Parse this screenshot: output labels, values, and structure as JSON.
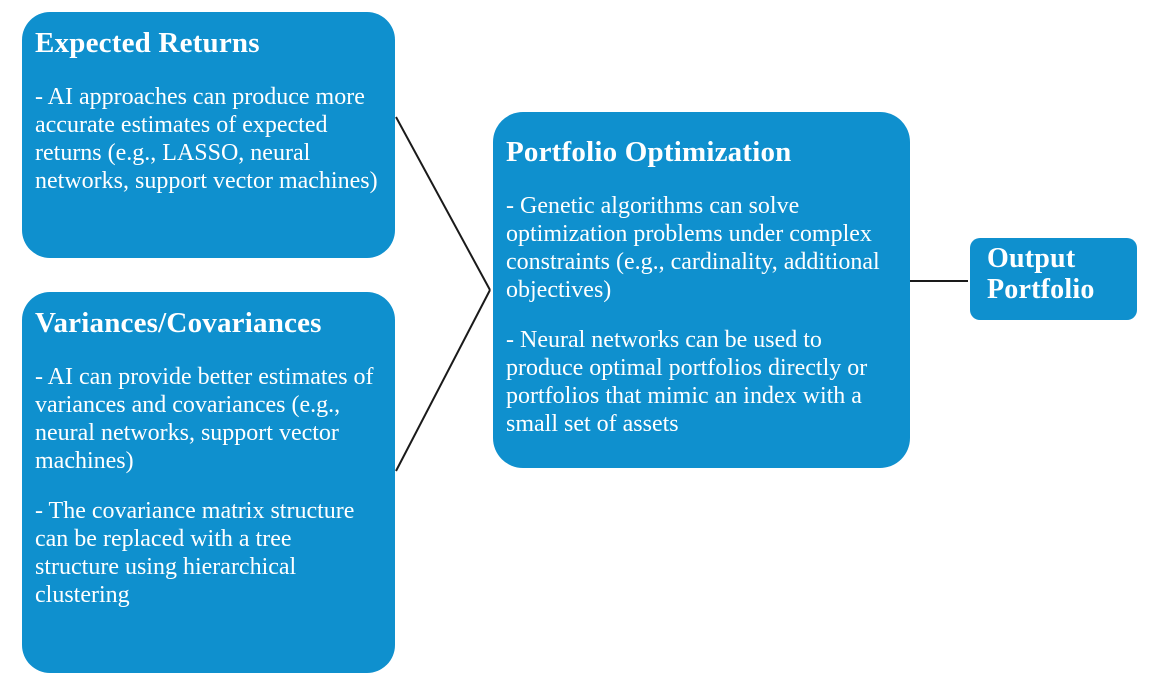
{
  "diagram": {
    "background_color": "#ffffff",
    "node_fill_color": "#0f90ce",
    "node_text_color": "#ffffff",
    "connector_color": "#1a1a1a",
    "nodes": [
      {
        "id": "expected-returns",
        "title": "Expected Returns",
        "bullets": [
          "- AI approaches can produce more accurate estimates of expected returns (e.g., LASSO, neural networks, support vector machines)"
        ]
      },
      {
        "id": "variances-covariances",
        "title": "Variances/Covariances",
        "bullets": [
          "- AI can provide better estimates of variances and covariances (e.g., neural networks, support vector machines)",
          "- The covariance matrix structure can be replaced with a tree structure using hierarchical clustering"
        ]
      },
      {
        "id": "portfolio-optimization",
        "title": "Portfolio Optimization",
        "bullets": [
          "- Genetic algorithms can solve optimization problems under complex constraints (e.g., cardinality, additional objectives)",
          "- Neural networks can be used to produce optimal portfolios directly or portfolios that mimic an index with a small set of assets"
        ]
      },
      {
        "id": "output-portfolio",
        "title": "Output Portfolio",
        "bullets": []
      }
    ]
  }
}
